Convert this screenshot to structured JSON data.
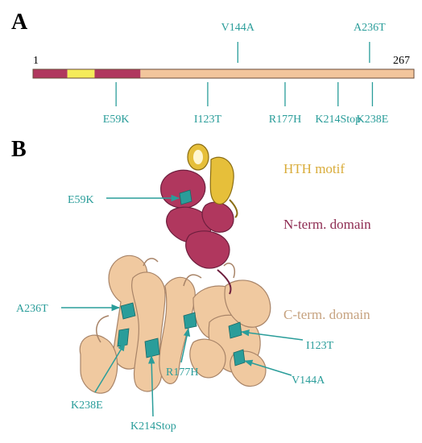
{
  "panels": {
    "a": "A",
    "b": "B"
  },
  "sequence": {
    "start": 1,
    "end": 267,
    "start_label": "1",
    "end_label": "267",
    "segments": [
      {
        "from": 1,
        "to": 25,
        "color": "#b0375e"
      },
      {
        "from": 25,
        "to": 44,
        "color": "#f5eb5a"
      },
      {
        "from": 44,
        "to": 76,
        "color": "#b0375e"
      },
      {
        "from": 76,
        "to": 267,
        "color": "#f2c59c"
      }
    ],
    "mutations_above": [
      {
        "residue": 144,
        "label": "V144A"
      },
      {
        "residue": 236,
        "label": "A236T"
      }
    ],
    "mutations_below": [
      {
        "residue": 59,
        "label": "E59K"
      },
      {
        "residue": 123,
        "label": "I123T"
      },
      {
        "residue": 177,
        "label": "R177H"
      },
      {
        "residue": 214,
        "label": "K214Stop"
      },
      {
        "residue": 238,
        "label": "K238E"
      }
    ]
  },
  "structure": {
    "domains": {
      "hth": {
        "label": "HTH motif",
        "color": "#d9ac3a"
      },
      "nterm": {
        "label": "N-term. domain",
        "color": "#8e2c52"
      },
      "cterm": {
        "label": "C-term. domain",
        "color": "#c6a27f"
      }
    },
    "mutation_labels": {
      "e59k": "E59K",
      "a236t": "A236T",
      "k238e": "K238E",
      "k214stop": "K214Stop",
      "r177h": "R177H",
      "i123t": "I123T",
      "v144a": "V144A"
    },
    "colors": {
      "mutation": "#2a9d9a",
      "hth_fill": "#e6bf3a",
      "nterm_fill": "#b0375e",
      "cterm_fill": "#f0c9a0",
      "cterm_stroke": "#a88468",
      "nterm_stroke": "#6e1f3e"
    }
  }
}
